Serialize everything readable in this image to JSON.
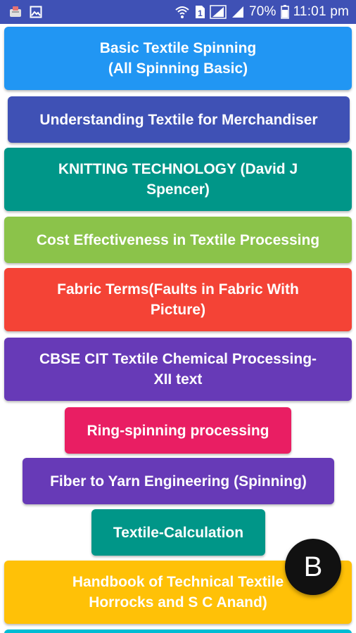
{
  "status_bar": {
    "battery_text": "70%",
    "time": "11:01 pm",
    "sim_label": "1",
    "icons": [
      "app-notification-icon",
      "image-notification-icon",
      "wifi-icon",
      "sim-icon",
      "signal-icon",
      "signal-icon-2",
      "battery-icon"
    ]
  },
  "books": [
    {
      "label": "Basic Textile Spinning\n(All Spinning Basic)",
      "color": "#2196f3"
    },
    {
      "label": "Understanding Textile for Merchandiser",
      "color": "#3f51b5"
    },
    {
      "label": "KNITTING TECHNOLOGY (David J\nSpencer)",
      "color": "#009688"
    },
    {
      "label": "Cost Effectiveness in Textile Processing",
      "color": "#8bc34a"
    },
    {
      "label": "Fabric Terms(Faults in Fabric With\nPicture)",
      "color": "#f44336"
    },
    {
      "label": "CBSE CIT Textile Chemical Processing-\nXII text",
      "color": "#673ab7"
    },
    {
      "label": "Ring-spinning processing",
      "color": "#e91e63"
    },
    {
      "label": "Fiber to Yarn Engineering (Spinning)",
      "color": "#673ab7"
    },
    {
      "label": "Textile-Calculation",
      "color": "#009688"
    },
    {
      "label": "Handbook of Technical Textile\nHorrocks and S C Anand)",
      "color": "#ffc107"
    },
    {
      "label": "",
      "color": "#00bcd4"
    }
  ],
  "fab": {
    "label": "B",
    "icon": "bold-b-icon"
  }
}
